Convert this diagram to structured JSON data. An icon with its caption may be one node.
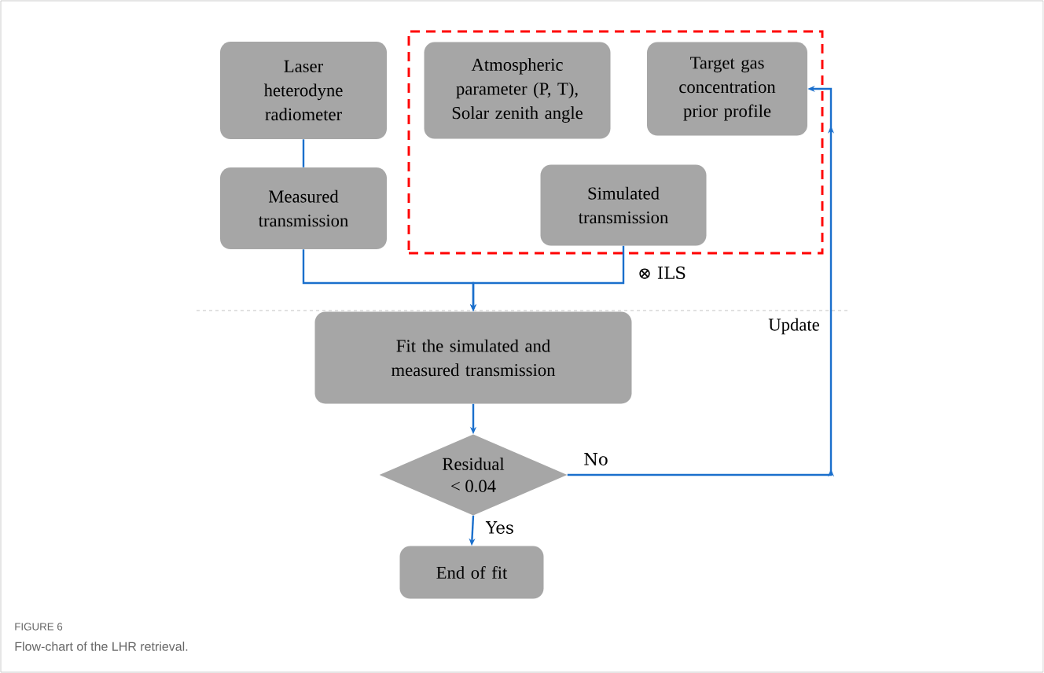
{
  "diagram": {
    "title": "FIGURE 6",
    "caption": "Flow-chart of the LHR retrieval.",
    "nodes": [
      {
        "text": [
          "Laser heterodyne radiometer"
        ]
      },
      {
        "text": [
          "Measured transmission"
        ]
      },
      {
        "text": [],
        "shape": "box"
      },
      {
        "text": [
          "Atmospheric parameter (P, T), Solar zenith angle"
        ],
        "in": 2
      },
      {
        "text": [
          "Target gas concentration prior profile"
        ],
        "in": 2
      },
      {
        "text": [
          "Simulated transmission"
        ],
        "in": 2
      },
      {
        "text": [
          "Fit the simulated and measured transmission"
        ]
      },
      {
        "text": [
          "Residual < 0.04"
        ]
      },
      {
        "text": [
          "End of fit"
        ]
      }
    ],
    "edges": [
      {
        "from": 0,
        "to": 1,
        "arrow": "none"
      },
      {
        "from": 1,
        "to": 6,
        "arrow": "to"
      },
      {
        "from": 5,
        "to": 6,
        "label": "⊗ ILS",
        "arrow": "to"
      },
      {
        "from": 6,
        "to": 7,
        "arrow": "to"
      },
      {
        "from": 7,
        "to": 8,
        "label": "Yes",
        "arrow": "to"
      },
      {
        "from": 7,
        "to": 4,
        "label": "No",
        "arrow": "to"
      }
    ],
    "labels": [
      "Update"
    ]
  }
}
